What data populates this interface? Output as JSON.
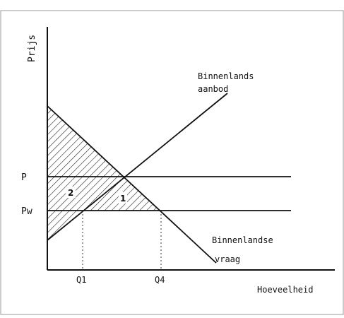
{
  "diagram": {
    "axes": {
      "y_label": "Prijs",
      "x_label": "Hoeveelheid"
    },
    "price_labels": {
      "p": "P",
      "pw": "Pw"
    },
    "quantity_labels": {
      "q1": "Q1",
      "q4": "Q4"
    },
    "curves": {
      "supply_line1": "Binnenlands",
      "supply_line2": "aanbod",
      "demand_line1": "Binnenlandse",
      "demand_line2": "vraag"
    },
    "areas": {
      "area_1": "1",
      "area_2": "2"
    },
    "colors": {
      "line": "#111111",
      "hatch": "#222222",
      "background": "#ffffff"
    }
  }
}
